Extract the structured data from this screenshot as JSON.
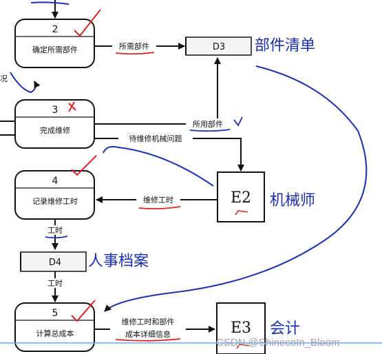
{
  "processes": [
    {
      "num": "2",
      "label": "确定所需部件"
    },
    {
      "num": "3",
      "label": "完成维修"
    },
    {
      "num": "4",
      "label": "记录维修工时"
    },
    {
      "num": "5",
      "label": "计算总成本"
    }
  ],
  "stores": [
    {
      "id": "D3",
      "name": "部件清单"
    },
    {
      "id": "D4",
      "name": "人事档案"
    }
  ],
  "entities": [
    {
      "id": "E2",
      "name": "机械师"
    },
    {
      "id": "E3",
      "name": "会计"
    }
  ],
  "flows": {
    "needed_parts": "所需部件",
    "used_parts": "所用部件",
    "problem": "待维修机械问题",
    "work_hours_e2": "维修工时",
    "hours_down": "工时",
    "hours_up": "工时",
    "cost_line1": "维修工时和部件",
    "cost_line2": "成本详细信息"
  },
  "clipped_label": "况",
  "watermark": "CSDN @ShinecoIn_Bloom",
  "colors": {
    "ink": "#111111",
    "annotation_red": "#e02020",
    "annotation_blue": "#1a2fb0",
    "store_fill": "#f4f4f4"
  }
}
